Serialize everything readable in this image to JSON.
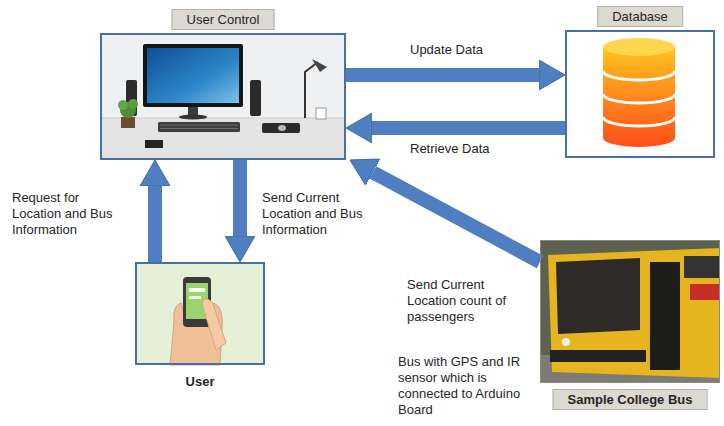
{
  "diagram": {
    "nodes": [
      {
        "text": [
          "User Control"
        ]
      },
      {
        "text": [
          "Database"
        ]
      },
      {
        "text": [
          "User"
        ]
      },
      {
        "text": [
          "Sample College Bus"
        ]
      }
    ],
    "edges": [
      {
        "from": 0,
        "to": 1,
        "arrow": "to",
        "label": "Update Data"
      },
      {
        "from": 1,
        "to": 0,
        "arrow": "to",
        "label": "Retrieve Data"
      },
      {
        "from": 2,
        "to": 0,
        "arrow": "to",
        "label": "Request for Location and Bus Information"
      },
      {
        "from": 0,
        "to": 2,
        "arrow": "to",
        "label": "Send Current Location and Bus Information"
      },
      {
        "from": 3,
        "to": 0,
        "arrow": "to",
        "label": "Send Current Location count of passengers"
      }
    ],
    "labels": [
      "Bus with GPS and IR sensor which is connected to Arduino Board"
    ]
  }
}
